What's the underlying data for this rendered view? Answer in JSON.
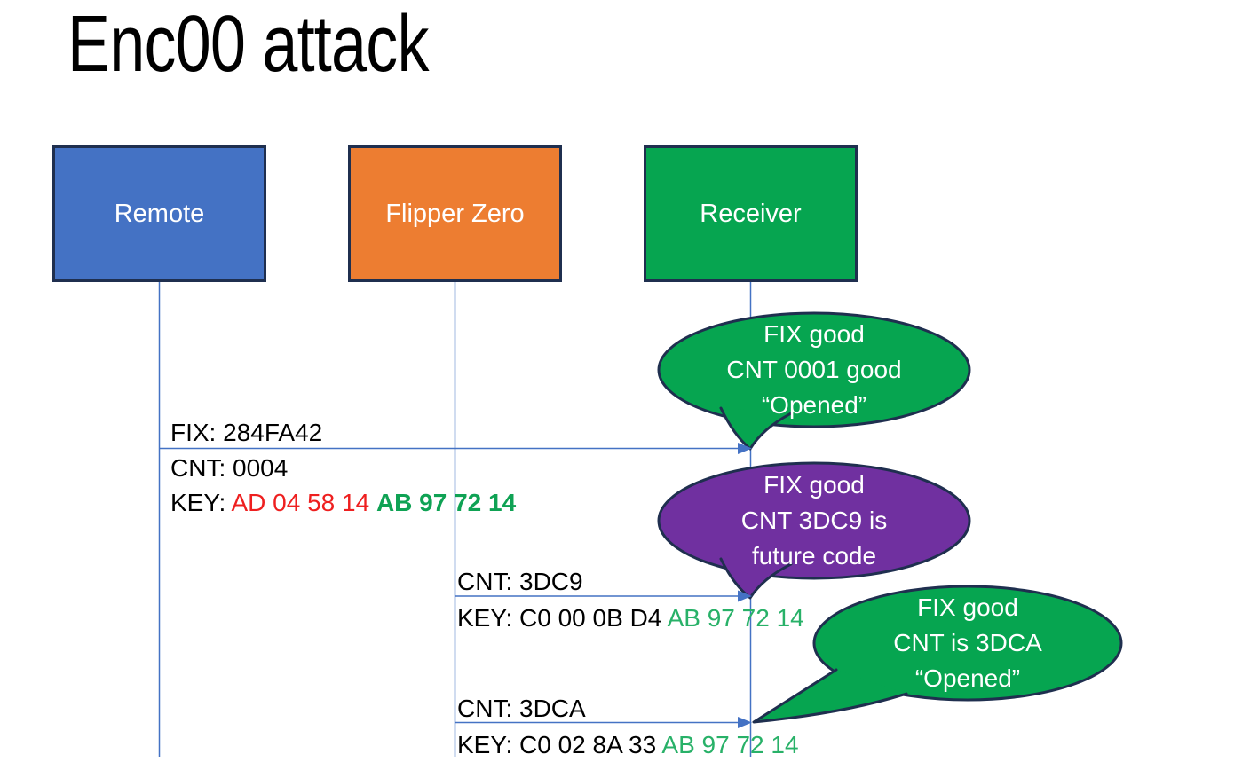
{
  "title": "Enc00 attack",
  "colors": {
    "connector": "#4472C4",
    "outline": "#1F2F4F"
  },
  "actors": [
    {
      "id": "remote",
      "label": "Remote",
      "fill": "#4472C4"
    },
    {
      "id": "flipper",
      "label": "Flipper Zero",
      "fill": "#ED7D31"
    },
    {
      "id": "receiver",
      "label": "Receiver",
      "fill": "#06A550"
    }
  ],
  "messages": [
    {
      "from": "Remote",
      "to": "Receiver",
      "above": [
        {
          "text": "FIX: 284FA42"
        }
      ],
      "below1": [
        {
          "text": "CNT: 0004"
        }
      ],
      "below2": [
        {
          "text": "KEY: "
        },
        {
          "text": "AD 04 58 14 ",
          "color": "#EE1F1F"
        },
        {
          "text": "AB 97 72 14",
          "color": "#0FA254",
          "bold": true
        }
      ]
    },
    {
      "from": "Flipper Zero",
      "to": "Receiver",
      "above": [
        {
          "text": "CNT: 3DC9"
        }
      ],
      "below1": [
        {
          "text": "KEY: C0 00 0B D4 "
        },
        {
          "text": "AB 97 72 14",
          "color": "#28B168"
        }
      ]
    },
    {
      "from": "Flipper Zero",
      "to": "Receiver",
      "above": [
        {
          "text": "CNT: 3DCA"
        }
      ],
      "below1": [
        {
          "text": "KEY: C0 02 8A 33 "
        },
        {
          "text": "AB 97 72 14",
          "color": "#28B168"
        }
      ]
    }
  ],
  "callouts": [
    {
      "fill": "#06A550",
      "lines": [
        "FIX good",
        "CNT 0001 good",
        "“Opened”"
      ]
    },
    {
      "fill": "#7030A0",
      "lines": [
        "FIX good",
        "CNT 3DC9 is",
        "future code"
      ]
    },
    {
      "fill": "#06A550",
      "lines": [
        "FIX good",
        "CNT is 3DCA",
        "“Opened”"
      ]
    }
  ]
}
